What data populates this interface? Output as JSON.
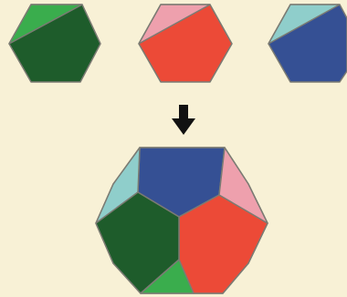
{
  "background": "#f8f1d6",
  "outline": "#7b7b73",
  "arrow_icon": "down-arrow-icon",
  "arrow_color": "#111111",
  "pieces": [
    {
      "name": "green-hexagon-piece",
      "main": "#1e5c2b",
      "accent": "#3aad4d"
    },
    {
      "name": "red-hexagon-piece",
      "main": "#ec4a37",
      "accent": "#eea0ad"
    },
    {
      "name": "blue-hexagon-piece",
      "main": "#355094",
      "accent": "#8fcecb"
    }
  ]
}
